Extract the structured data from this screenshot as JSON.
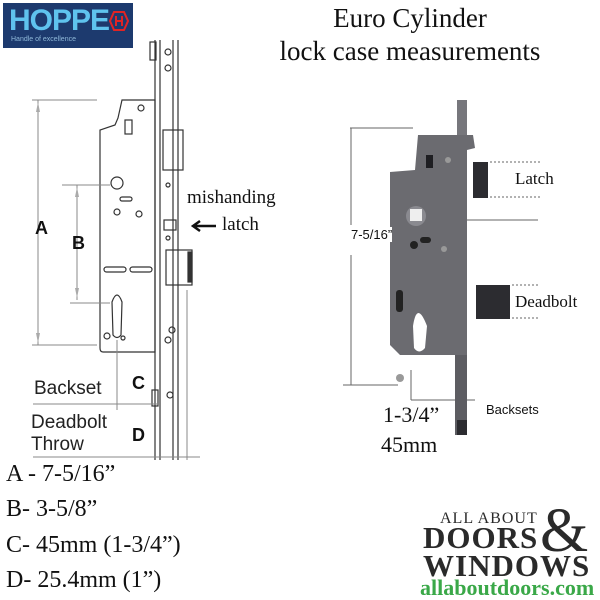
{
  "logo": {
    "brand": "HOPPE",
    "tagline": "Handle of excellence",
    "mark": "hoppe-hexagon-logo",
    "bg_color": "#1d3a6e",
    "text_color": "#5fc3ee",
    "mark_color": "#e02424"
  },
  "title": {
    "line1": "Euro Cylinder",
    "line2": "lock case measurements"
  },
  "left_diagram": {
    "labels": {
      "a": "A",
      "b": "B",
      "c": "C",
      "d": "D"
    },
    "mishanding": {
      "line1": "mishanding",
      "arrow": "<-",
      "line2": "latch"
    },
    "backset": "Backset",
    "deadbolt_throw": {
      "line1": "Deadbolt",
      "line2": "Throw"
    }
  },
  "right_diagram": {
    "height_label": "7-5/16”",
    "latch": "Latch",
    "deadbolt": "Deadbolt",
    "backsets": "Backsets",
    "backset_in": "1-3/4”",
    "backset_mm": "45mm"
  },
  "measurements": [
    {
      "text": "A - 7-5/16”"
    },
    {
      "text": "B- 3-5/8”"
    },
    {
      "text": "C- 45mm (1-3/4”)"
    },
    {
      "text": "D- 25.4mm (1”)"
    }
  ],
  "brand_footer": {
    "line1": "ALL ABOUT",
    "line2": "DOORS",
    "amp": "&",
    "line3": "WINDOWS",
    "url": "allaboutdoors.com",
    "url_color": "#3aa848"
  }
}
